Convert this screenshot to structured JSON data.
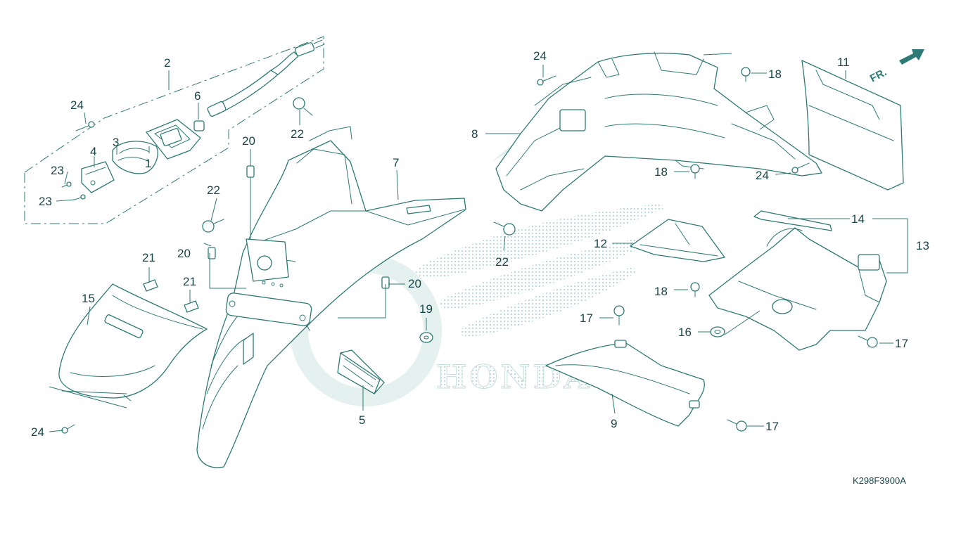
{
  "diagram": {
    "drawing_code": "K298F3900A",
    "orientation_label": "FR.",
    "watermark_text": "HONDA",
    "watermark_logo": "honda-wing-logo",
    "colors": {
      "line": "#2f7a76",
      "text": "#17474a",
      "watermark": "#d8ebe8",
      "background": "#ffffff"
    },
    "callouts": {
      "c1": "1",
      "c2": "2",
      "c3": "3",
      "c4": "4",
      "c5": "5",
      "c6": "6",
      "c7": "7",
      "c8": "8",
      "c9": "9",
      "c11": "11",
      "c12": "12",
      "c13": "13",
      "c14": "14",
      "c15": "15",
      "c16": "16",
      "c17a": "17",
      "c17b": "17",
      "c17c": "17",
      "c18a": "18",
      "c18b": "18",
      "c18c": "18",
      "c19": "19",
      "c20a": "20",
      "c20b": "20",
      "c20c": "20",
      "c21a": "21",
      "c21b": "21",
      "c22a": "22",
      "c22b": "22",
      "c22c": "22",
      "c23a": "23",
      "c23b": "23",
      "c24a": "24",
      "c24b": "24",
      "c24c": "24",
      "c24d": "24"
    }
  }
}
